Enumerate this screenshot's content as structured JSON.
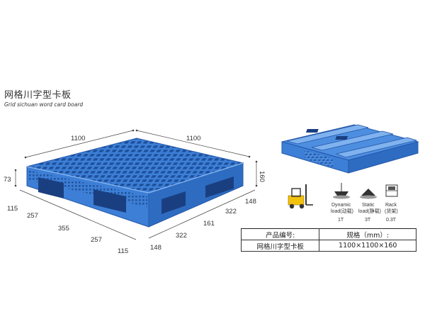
{
  "title": {
    "zh": "网格川字型卡板",
    "en": "Grid sichuan word card board"
  },
  "dimensions": {
    "top_width": "1100",
    "top_depth": "1100",
    "height_right": "160",
    "height_left": "73",
    "front_segments": [
      "115",
      "257",
      "355",
      "257",
      "115"
    ],
    "side_segments": [
      "148",
      "322",
      "161",
      "322",
      "148"
    ]
  },
  "loads": [
    {
      "label1": "Dynamic",
      "label2": "load(动载)",
      "value": "1T"
    },
    {
      "label1": "Static",
      "label2": "load(静载)",
      "value": "3T"
    },
    {
      "label1": "Rack",
      "label2": "(货架)",
      "value": "0.3T"
    }
  ],
  "table": {
    "headers": [
      "产品编号:",
      "规格（mm）:"
    ],
    "row": [
      "网格川字型卡板",
      "1100×1100×160"
    ]
  },
  "colors": {
    "pallet_blue": "#3d7fd6",
    "pallet_dark": "#2457a8",
    "pallet_light": "#7fb2ee",
    "forklift_yellow": "#f2c20f"
  }
}
